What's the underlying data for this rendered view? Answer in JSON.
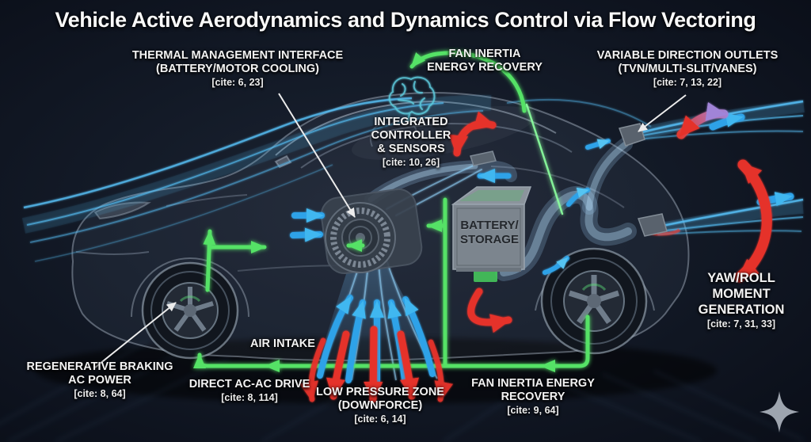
{
  "title": "Vehicle Active Aerodynamics and Dynamics Control via Flow Vectoring",
  "labels": {
    "thermal_management": {
      "lines": [
        "THERMAL MANAGEMENT INTERFACE",
        "(BATTERY/MOTOR COOLING)"
      ],
      "cite": "[cite: 6, 23]"
    },
    "fan_inertia_top": {
      "lines": [
        "FAN INERTIA",
        "ENERGY RECOVERY"
      ]
    },
    "variable_outlets": {
      "lines": [
        "VARIABLE DIRECTION OUTLETS",
        "(TVN/MULTI-SLIT/VANES)"
      ],
      "cite": "[cite: 7, 13, 22]"
    },
    "controller": {
      "lines": [
        "INTEGRATED",
        "CONTROLLER",
        "& SENSORS"
      ],
      "cite": "[cite: 10, 26]"
    },
    "battery": {
      "lines": [
        "BATTERY/",
        "STORAGE"
      ]
    },
    "yaw_roll": {
      "lines": [
        "YAW/ROLL",
        "MOMENT",
        "GENERATION"
      ],
      "cite": "[cite: 7, 31, 33]"
    },
    "air_intake": {
      "lines": [
        "AIR INTAKE"
      ]
    },
    "regen_braking": {
      "lines": [
        "REGENERATIVE BRAKING",
        "AC POWER"
      ],
      "cite": "[cite: 8, 64]"
    },
    "ac_ac_drive": {
      "lines": [
        "DIRECT AC-AC DRIVE"
      ],
      "cite": "[cite: 8, 114]"
    },
    "low_pressure": {
      "lines": [
        "LOW PRESSURE ZONE",
        "(DOWNFORCE)"
      ],
      "cite": "[cite: 6, 14]"
    },
    "fan_inertia_bottom": {
      "lines": [
        "FAN INERTIA ENERGY",
        "RECOVERY"
      ],
      "cite": "[cite: 9, 64]"
    }
  },
  "icons": {
    "controller_brain": "brain-icon",
    "watermark": "four-point-star-icon"
  },
  "colors": {
    "background": "#131a27",
    "flow_blue": "#45b4ee",
    "energy_green": "#54e266",
    "force_red": "#e5332b",
    "accent_purple": "#a184d8",
    "brain_cyan": "#5cc8da",
    "label_text": "#f3f3f3",
    "battery_text": "#23272c",
    "watermark_grey": "#b3bac4"
  }
}
